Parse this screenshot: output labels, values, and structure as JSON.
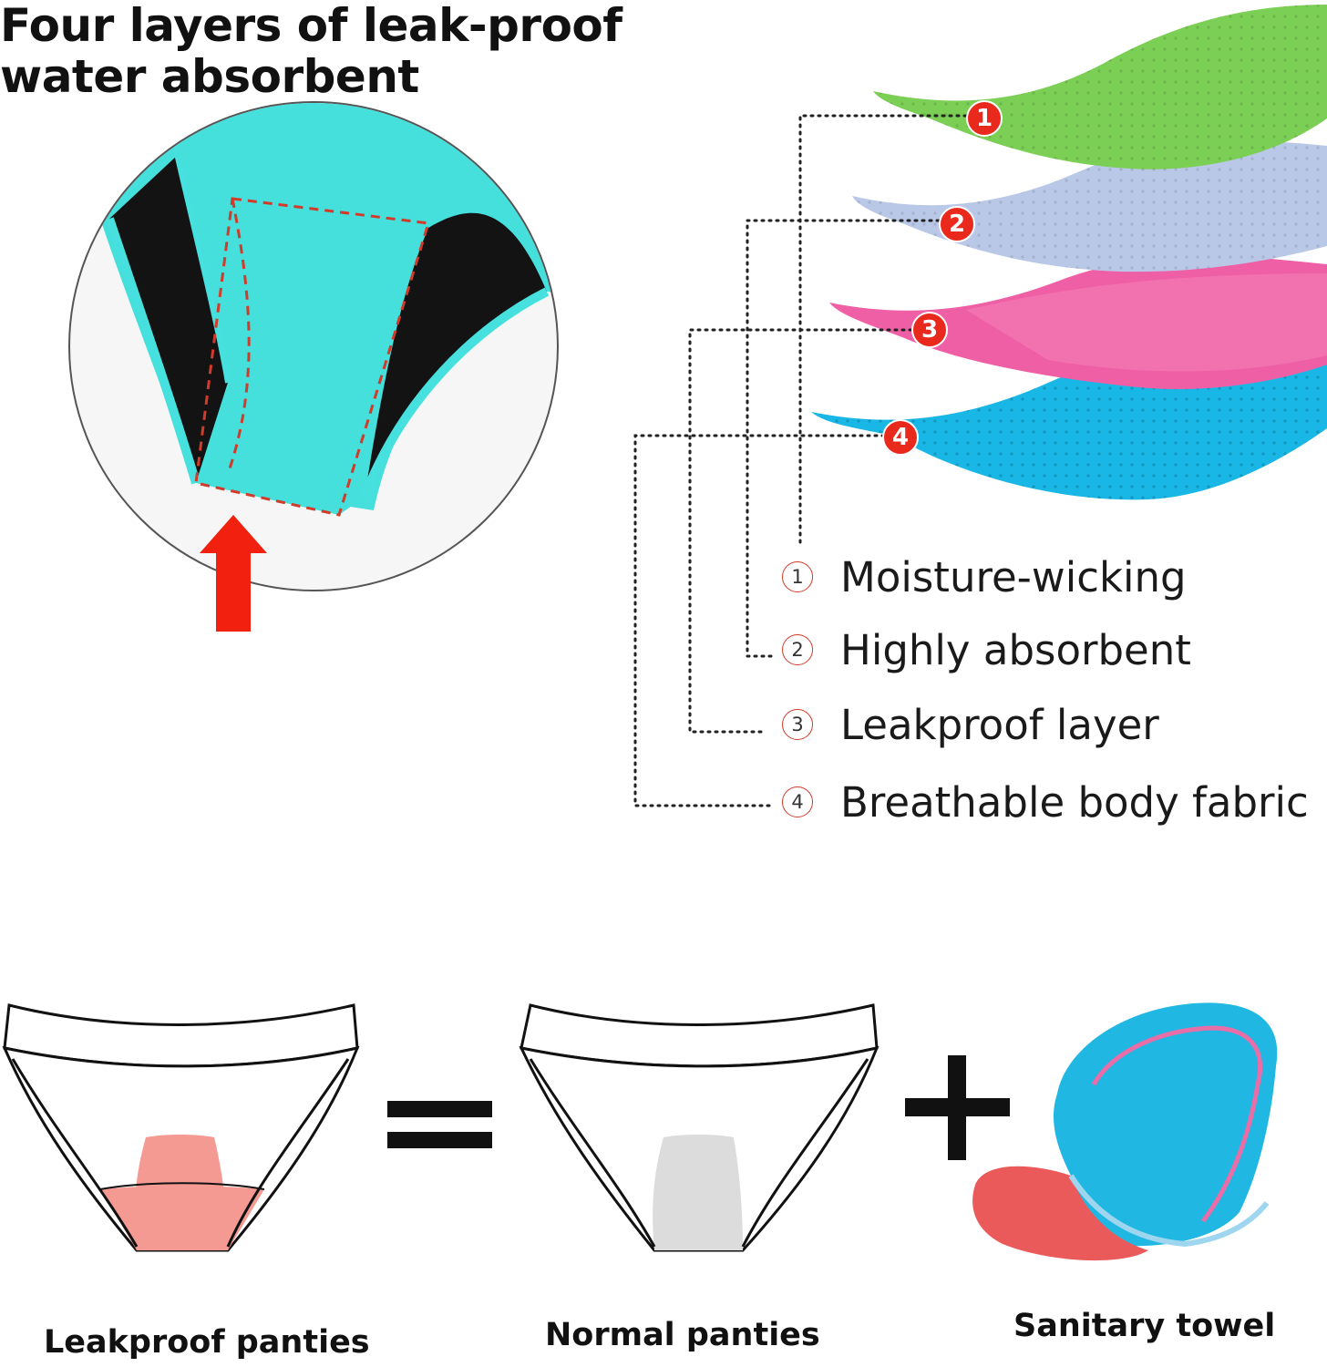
{
  "headline": {
    "line1": "Four layers of leak-proof",
    "line2": "water absorbent"
  },
  "layers": [
    {
      "number": "1",
      "label": "Moisture-wicking",
      "color": "#7ccf55"
    },
    {
      "number": "2",
      "label": "Highly absorbent",
      "color": "#b9c8e6"
    },
    {
      "number": "3",
      "label": "Leakproof layer",
      "color": "#ef5fa5"
    },
    {
      "number": "4",
      "label": "Breathable body fabric",
      "color": "#19b7e6"
    }
  ],
  "equation": {
    "equals_symbol": "=",
    "plus_symbol": "+"
  },
  "captions": {
    "leakproof": "Leakproof panties",
    "normal": "Normal panties",
    "sanitary": "Sanitary towel"
  },
  "colors": {
    "accent_red": "#e8291c",
    "panty_aqua": "#45dfdc",
    "leakproof_gusset": "#f59a93",
    "normal_gusset": "#dcdcdc"
  },
  "icons": [
    "up-arrow-icon",
    "equals-icon",
    "plus-icon"
  ]
}
